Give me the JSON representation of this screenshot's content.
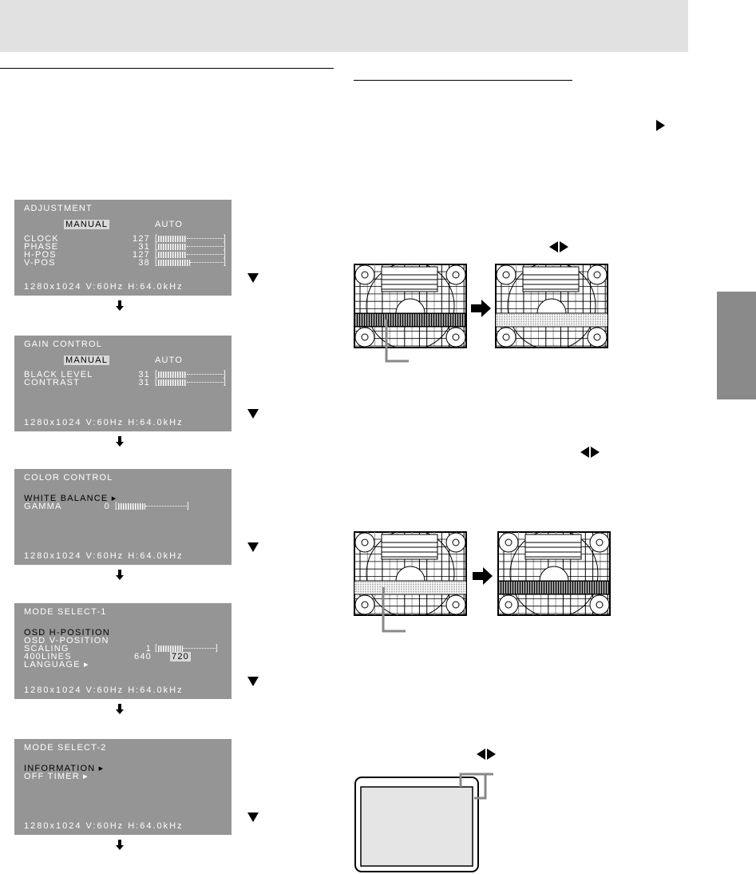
{
  "panels": [
    {
      "title": "ADJUSTMENT",
      "modes": [
        "MANUAL",
        "AUTO"
      ],
      "items": [
        {
          "label": "CLOCK",
          "value": "127",
          "fill": 0.45
        },
        {
          "label": "PHASE",
          "value": "31",
          "fill": 0.45
        },
        {
          "label": "H-POS",
          "value": "127",
          "fill": 0.45
        },
        {
          "label": "V-POS",
          "value": "38",
          "fill": 0.5
        }
      ],
      "footer": "1280x1024   V:60Hz   H:64.0kHz"
    },
    {
      "title": "GAIN CONTROL",
      "modes": [
        "MANUAL",
        "AUTO"
      ],
      "items": [
        {
          "label": "BLACK LEVEL",
          "value": "31",
          "fill": 0.45
        },
        {
          "label": "CONTRAST",
          "value": "31",
          "fill": 0.45
        }
      ],
      "footer": "1280x1024   V:60Hz   H:64.0kHz"
    },
    {
      "title": "COLOR CONTROL",
      "items": [
        {
          "label": "WHITE BALANCE ▸"
        },
        {
          "label": "GAMMA",
          "value": "0",
          "fill": 0.4
        }
      ],
      "footer": "1280x1024   V:60Hz   H:64.0kHz"
    },
    {
      "title": "MODE SELECT-1",
      "items": [
        {
          "label": "OSD H-POSITION"
        },
        {
          "label": "OSD V-POSITION"
        },
        {
          "label": "SCALING",
          "value": "1",
          "fill": 0.45
        },
        {
          "label": "400LINES",
          "value": "640",
          "opt": "720"
        },
        {
          "label": "LANGUAGE ▸"
        }
      ],
      "footer": "1280x1024   V:60Hz   H:64.0kHz"
    },
    {
      "title": "MODE SELECT-2",
      "items": [
        {
          "label": "INFORMATION ▸"
        },
        {
          "label": "OFF TIMER ▸"
        }
      ],
      "footer": "1280x1024   V:60Hz   H:64.0kHz"
    }
  ],
  "colors": {
    "panel": "#959595",
    "header": "#e1e1e1",
    "tab": "#8a8a8a",
    "callout": "#888888"
  }
}
